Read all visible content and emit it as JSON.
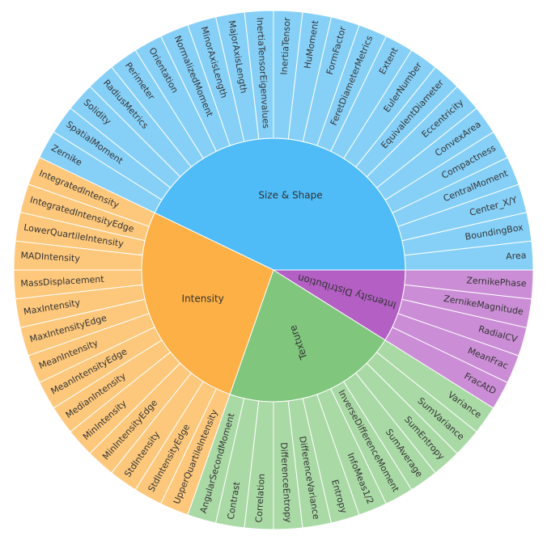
{
  "chart_data": {
    "type": "sunburst",
    "categories": [
      {
        "name": "Size & Shape",
        "color": "#4fbcf7",
        "child_color": "#86d0f8",
        "children": [
          "Area",
          "BoundingBox",
          "Center_X/Y",
          "CentralMoment",
          "Compactness",
          "ConvexArea",
          "Eccentricity",
          "EquivalentDiameter",
          "EulerNumber",
          "Extent",
          "FeretDiameterMetrics",
          "FormFactor",
          "HuMoment",
          "InertiaTensor",
          "InertiaTensorEigenvalues",
          "MajorAxisLength",
          "MinorAxisLength",
          "NormalizedMoment",
          "Orientation",
          "Perimeter",
          "RadiusMetrics",
          "Solidity",
          "SpatialMoment",
          "Zernike"
        ]
      },
      {
        "name": "Intensity",
        "color": "#fcb045",
        "child_color": "#fdc87c",
        "children": [
          "IntegratedIntensity",
          "IntegratedIntensityEdge",
          "LowerQuartileIntensity",
          "MADIntensity",
          "MassDisplacement",
          "MaxIntensity",
          "MaxIntensityEdge",
          "MeanIntensity",
          "MeanIntensityEdge",
          "MedianIntensity",
          "MinIntensity",
          "MinIntensityEdge",
          "StdIntensity",
          "StdIntensityEdge",
          "UpperQuartileIntensity"
        ]
      },
      {
        "name": "Texture",
        "color": "#80c67c",
        "child_color": "#a9d9a5",
        "children": [
          "AngularSecondMoment",
          "Contrast",
          "Correlation",
          "DifferenceEntropy",
          "DifferenceVariance",
          "Entropy",
          "InfoMeas1/2",
          "InverseDifferenceMoment",
          "SumAverage",
          "SumEntropy",
          "SumVariance",
          "Variance"
        ]
      },
      {
        "name": "Intensity Distribution",
        "color": "#b35fc4",
        "child_color": "#cb8ed6",
        "children": [
          "FracAtD",
          "MeanFrac",
          "RadialCV",
          "ZernikeMagnitude",
          "ZernikePhase"
        ]
      }
    ]
  }
}
